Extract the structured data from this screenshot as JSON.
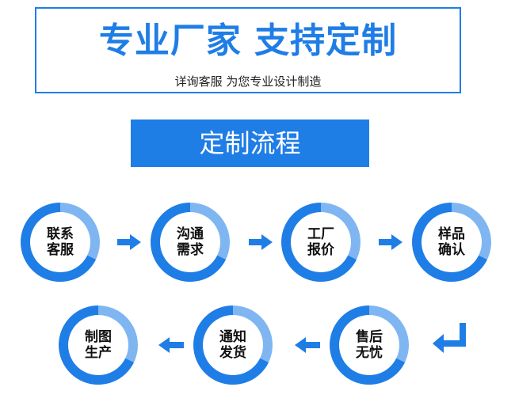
{
  "header": {
    "headline": "专业厂家 支持定制",
    "subline": "详询客服 为您专业设计制造"
  },
  "section_title": "定制流程",
  "steps": [
    {
      "line1": "联系",
      "line2": "客服"
    },
    {
      "line1": "沟通",
      "line2": "需求"
    },
    {
      "line1": "工厂",
      "line2": "报价"
    },
    {
      "line1": "样品",
      "line2": "确认"
    },
    {
      "line1": "售后",
      "line2": "无忧"
    },
    {
      "line1": "通知",
      "line2": "发货"
    },
    {
      "line1": "制图",
      "line2": "生产"
    }
  ],
  "colors": {
    "primary": "#1f7de6",
    "ring_light": "#7fb6f2",
    "arrow": "#1f7de6"
  },
  "icons": [
    "arrow-right-icon",
    "arrow-left-icon",
    "arrow-turn-down-left-icon"
  ]
}
